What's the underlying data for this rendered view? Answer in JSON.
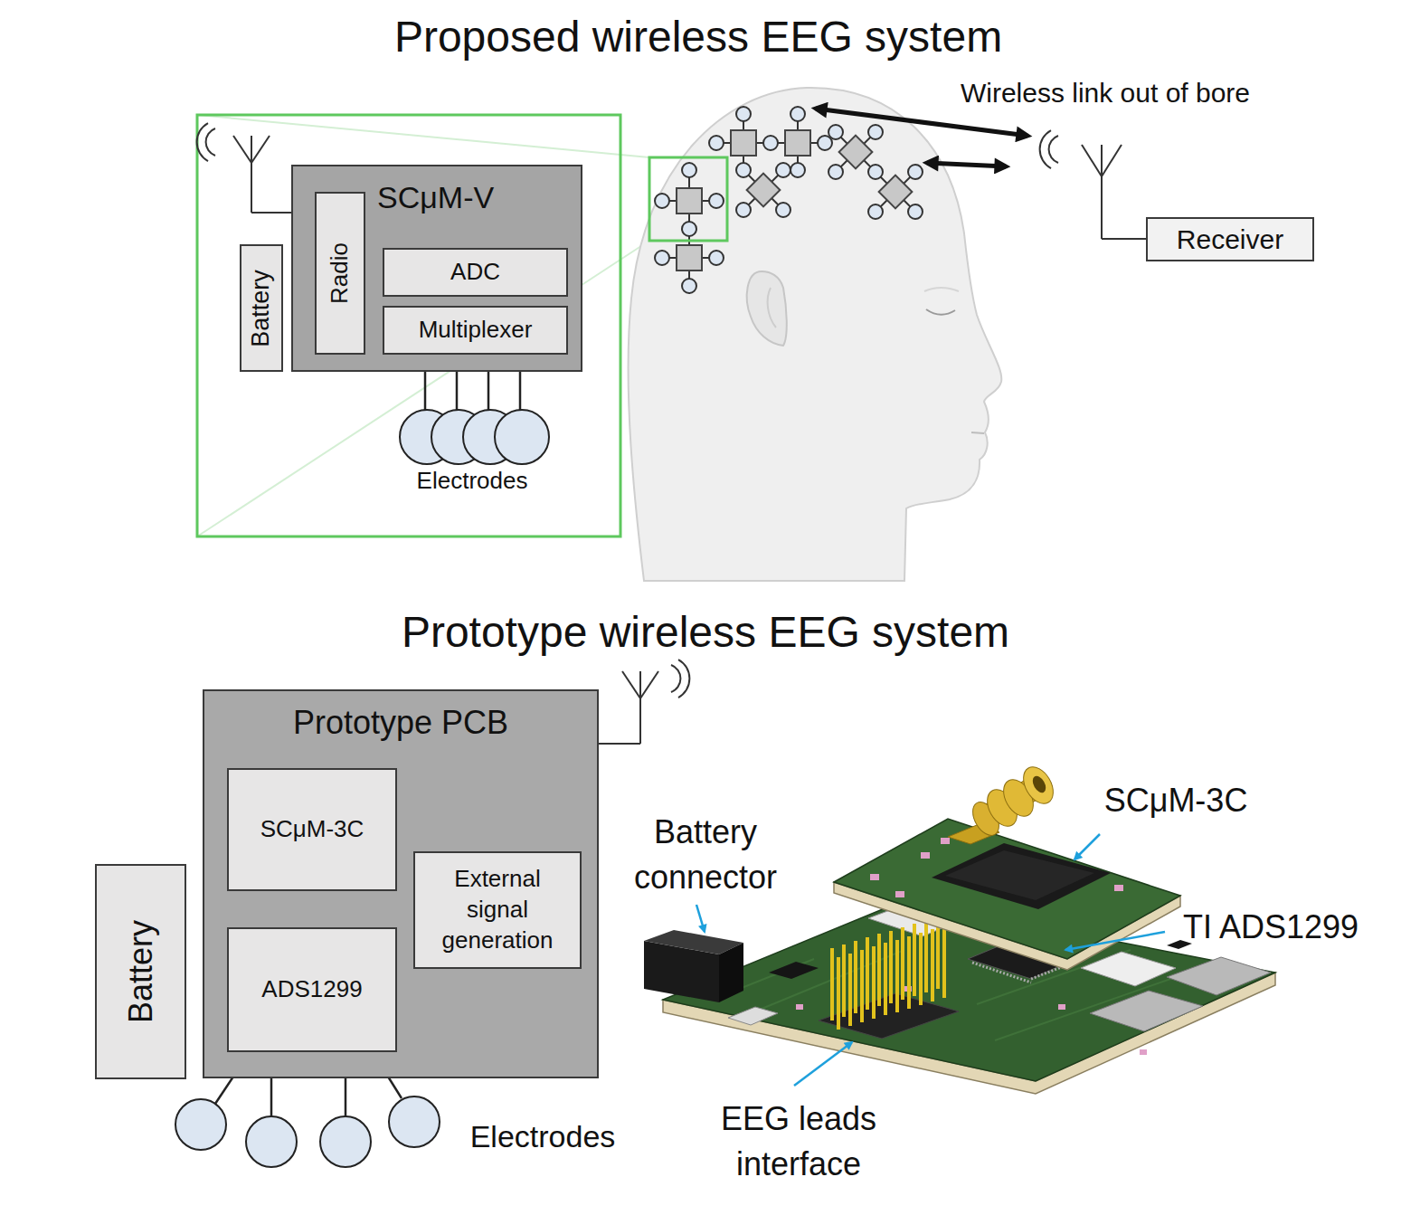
{
  "diagram": {
    "title": "Proposed wireless EEG system",
    "nodes": [
      {
        "text": [
          "Battery"
        ]
      },
      {
        "text": [
          "SCμM-V"
        ]
      },
      {
        "text": [
          "Radio"
        ],
        "in": 1
      },
      {
        "text": [
          "ADC"
        ],
        "in": 1
      },
      {
        "text": [
          "Multiplexer"
        ],
        "in": 1
      },
      {
        "text": [
          "Receiver"
        ]
      },
      {
        "text": [
          "Prototype PCB"
        ]
      },
      {
        "text": [
          "SCμM-3C"
        ],
        "in": 6
      },
      {
        "text": [
          "External signal generation"
        ],
        "in": 6
      },
      {
        "text": [
          "ADS1299"
        ],
        "in": 6
      },
      {
        "text": [
          "Battery"
        ]
      }
    ],
    "edges": [
      {
        "from": 7,
        "to": 8,
        "arrow": "to"
      },
      {
        "from": 8,
        "to": 9,
        "arrow": "to"
      },
      {
        "from": 7,
        "to": 9,
        "arrow": "both"
      }
    ],
    "labels": [
      "Electrodes",
      "Wireless link out of bore",
      "Prototype wireless EEG system",
      "Battery connector",
      "SCμM-3C",
      "TI ADS1299",
      "Electrodes",
      "EEG leads interface"
    ]
  }
}
